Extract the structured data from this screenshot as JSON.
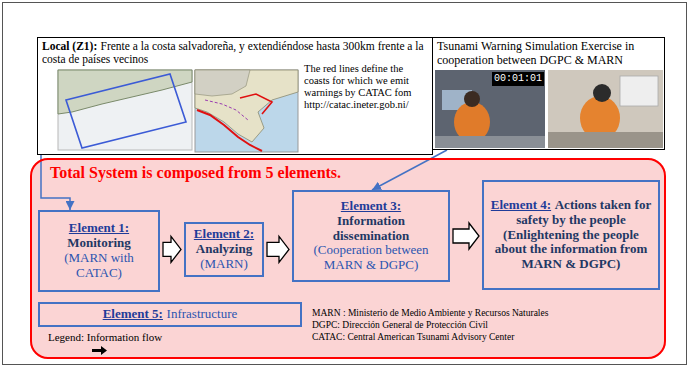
{
  "diagram": {
    "nodes": [
      {
        "text": [
          "Local (Z1):",
          "Frente a la costa salvadoreña, y extendiéndose hasta 300km frente a la costa de países vecinos",
          "The red lines define the coasts for which we emit warnings by CATAC fom http://catac.ineter.gob.ni/"
        ]
      },
      {
        "text": [
          "Tsunami Warning Simulation Exercise in cooperation between DGPC & MARN"
        ]
      },
      {
        "text": [
          "Total System is composed from 5 elements."
        ]
      },
      {
        "text": [
          "Element 1:",
          "Monitoring",
          "(MARN with CATAC)"
        ],
        "in": 2
      },
      {
        "text": [
          "Element 2:",
          "Analyzing",
          "(MARN)"
        ],
        "in": 2
      },
      {
        "text": [
          "Element 3:",
          "Information dissemination",
          "(Cooperation between MARN & DGPC)"
        ],
        "in": 2
      },
      {
        "text": [
          "Element 4:",
          "Actions taken",
          "for safety by the people (Enlightening the people about the information from MARN & DGPC)"
        ],
        "in": 2
      },
      {
        "text": [
          "Element 5:",
          "Infrastructure"
        ],
        "in": 2
      }
    ],
    "edges": [
      {
        "from": 0,
        "to": 3,
        "arrow": "to"
      },
      {
        "from": 1,
        "to": 5,
        "arrow": "to"
      },
      {
        "from": 3,
        "to": 4,
        "arrow": "to"
      },
      {
        "from": 4,
        "to": 5,
        "arrow": "to"
      },
      {
        "from": 5,
        "to": 6,
        "arrow": "to"
      }
    ],
    "labels": [
      "MARN : Ministerio de Medio Ambiente y Recursos Naturales",
      "DGPC: Dirección General de Protección Civil",
      "CATAC: Central American Tsunami Advisory Center",
      "00:01:01"
    ],
    "legend": [
      {
        "text": "Legend: Information flow"
      }
    ]
  }
}
